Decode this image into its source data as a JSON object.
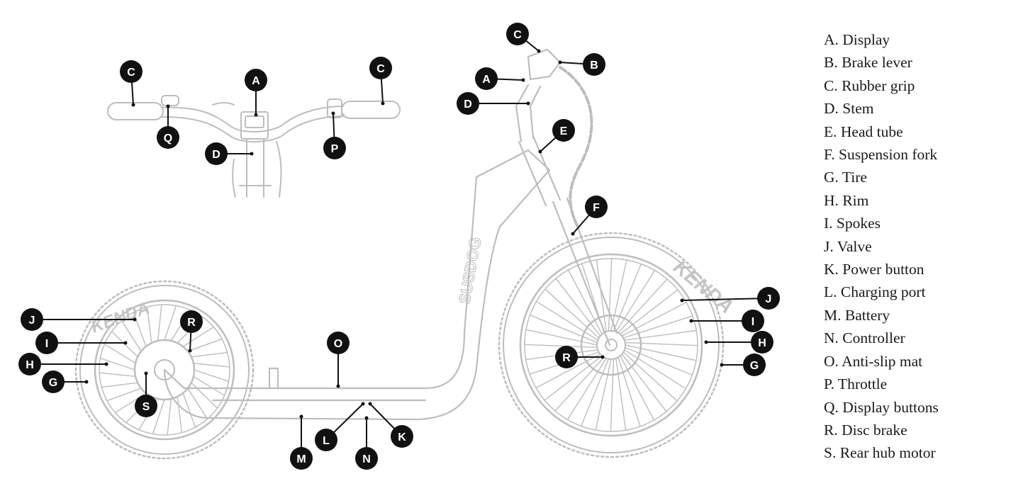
{
  "diagram": {
    "tire_brand": "KENDA",
    "frame_brand": "SUSDOG",
    "ink_color": "#bdbdbd",
    "callout_color": "#111111"
  },
  "markers": [
    {
      "id": "c-grip-left",
      "letter": "C"
    },
    {
      "id": "c-grip-right",
      "letter": "C"
    },
    {
      "id": "a-display-top",
      "letter": "A"
    },
    {
      "id": "q-display-buttons",
      "letter": "Q"
    },
    {
      "id": "p-throttle",
      "letter": "P"
    },
    {
      "id": "d-stem-top",
      "letter": "D"
    },
    {
      "id": "c-grip-side",
      "letter": "C"
    },
    {
      "id": "b-brake-lever",
      "letter": "B"
    },
    {
      "id": "a-display-side",
      "letter": "A"
    },
    {
      "id": "d-stem-side",
      "letter": "D"
    },
    {
      "id": "e-head-tube",
      "letter": "E"
    },
    {
      "id": "f-suspension-fork",
      "letter": "F"
    },
    {
      "id": "j-valve-front",
      "letter": "J"
    },
    {
      "id": "i-spokes-front",
      "letter": "I"
    },
    {
      "id": "h-rim-front",
      "letter": "H"
    },
    {
      "id": "g-tire-front",
      "letter": "G"
    },
    {
      "id": "r-disc-brake-front",
      "letter": "R"
    },
    {
      "id": "o-anti-slip-mat",
      "letter": "O"
    },
    {
      "id": "l-charging-port",
      "letter": "L"
    },
    {
      "id": "k-power-button",
      "letter": "K"
    },
    {
      "id": "m-battery",
      "letter": "M"
    },
    {
      "id": "n-controller",
      "letter": "N"
    },
    {
      "id": "j-valve-rear",
      "letter": "J"
    },
    {
      "id": "i-spokes-rear",
      "letter": "I"
    },
    {
      "id": "h-rim-rear",
      "letter": "H"
    },
    {
      "id": "g-tire-rear",
      "letter": "G"
    },
    {
      "id": "r-disc-brake-rear",
      "letter": "R"
    },
    {
      "id": "s-rear-hub-motor",
      "letter": "S"
    }
  ],
  "legend": [
    "A. Display",
    "B. Brake lever",
    "C. Rubber grip",
    "D. Stem",
    "E. Head tube",
    "F. Suspension fork",
    "G. Tire",
    "H. Rim",
    "I. Spokes",
    "J. Valve",
    "K. Power button",
    "L. Charging port",
    "M. Battery",
    "N. Controller",
    "O. Anti-slip mat",
    "P. Throttle",
    "Q. Display buttons",
    "R. Disc brake",
    "S. Rear hub motor"
  ]
}
